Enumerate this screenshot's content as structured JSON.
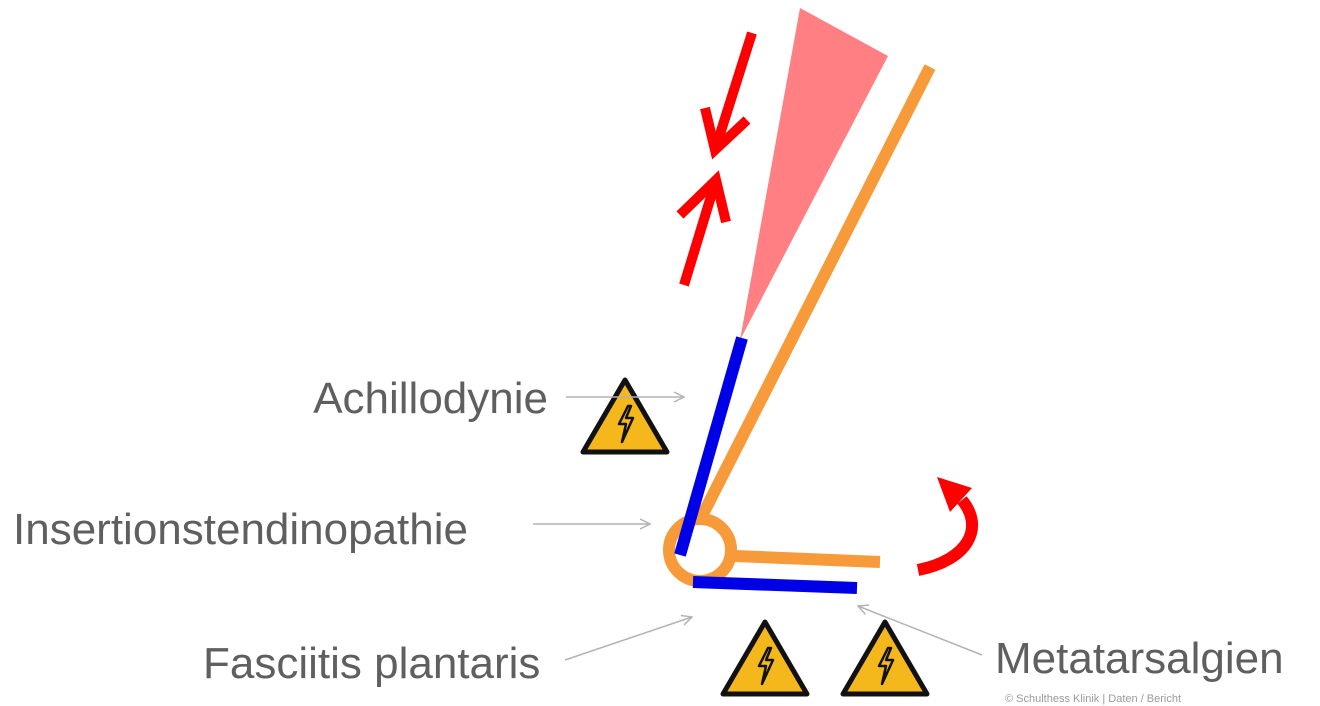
{
  "labels": {
    "achillodynie": "Achillodynie",
    "insertionstendinopathie": "Insertionstendinopathie",
    "fasciitis": "Fasciitis plantaris",
    "metatarsalgien": "Metatarsalgien"
  },
  "copyright": "© Schulthess Klinik | Daten / Bericht",
  "icons": {
    "warning": "high-voltage-warning-icon",
    "compress": "compression-arrows-icon",
    "rotate": "rotation-arrow-icon"
  },
  "colors": {
    "tendon": "#0000e6",
    "bone": "#f79a3a",
    "muscle_wedge": "#ff7f83",
    "arrow": "#ff0000",
    "warning_fill": "#f5b81c",
    "label_text": "#5f5f5f",
    "pointer": "#b3b3b3"
  }
}
